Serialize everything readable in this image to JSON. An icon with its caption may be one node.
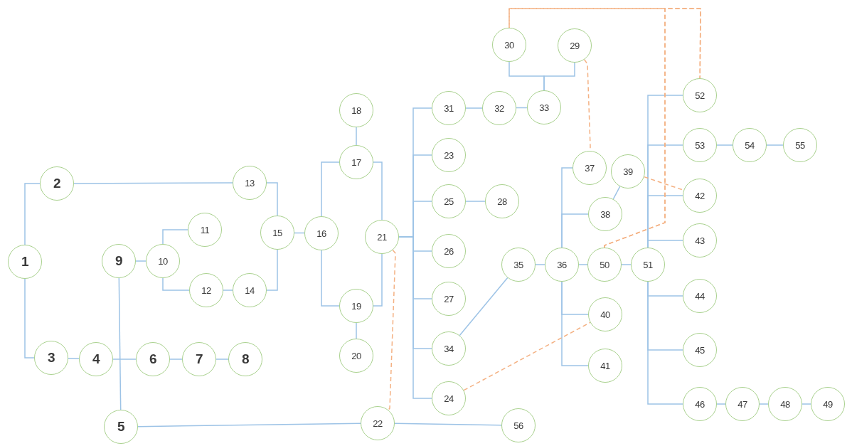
{
  "diagram": {
    "nodes": [
      {
        "text": [
          "1"
        ]
      },
      {
        "text": [
          "2"
        ]
      },
      {
        "text": [
          "3"
        ]
      },
      {
        "text": [
          "4"
        ]
      },
      {
        "text": [
          "5"
        ]
      },
      {
        "text": [
          "6"
        ]
      },
      {
        "text": [
          "7"
        ]
      },
      {
        "text": [
          "8"
        ]
      },
      {
        "text": [
          "9"
        ]
      },
      {
        "text": [
          "10"
        ]
      },
      {
        "text": [
          "11"
        ]
      },
      {
        "text": [
          "12"
        ]
      },
      {
        "text": [
          "13"
        ]
      },
      {
        "text": [
          "14"
        ]
      },
      {
        "text": [
          "15"
        ]
      },
      {
        "text": [
          "16"
        ]
      },
      {
        "text": [
          "17"
        ]
      },
      {
        "text": [
          "18"
        ]
      },
      {
        "text": [
          "19"
        ]
      },
      {
        "text": [
          "20"
        ]
      },
      {
        "text": [
          "21"
        ]
      },
      {
        "text": [
          "22"
        ]
      },
      {
        "text": [
          "23"
        ]
      },
      {
        "text": [
          "24"
        ]
      },
      {
        "text": [
          "25"
        ]
      },
      {
        "text": [
          "26"
        ]
      },
      {
        "text": [
          "27"
        ]
      },
      {
        "text": [
          "28"
        ]
      },
      {
        "text": [
          "29"
        ]
      },
      {
        "text": [
          "30"
        ]
      },
      {
        "text": [
          "31"
        ]
      },
      {
        "text": [
          "32"
        ]
      },
      {
        "text": [
          "33"
        ]
      },
      {
        "text": [
          "34"
        ]
      },
      {
        "text": [
          "35"
        ]
      },
      {
        "text": [
          "36"
        ]
      },
      {
        "text": [
          "37"
        ]
      },
      {
        "text": [
          "38"
        ]
      },
      {
        "text": [
          "39"
        ]
      },
      {
        "text": [
          "40"
        ]
      },
      {
        "text": [
          "41"
        ]
      },
      {
        "text": [
          "42"
        ]
      },
      {
        "text": [
          "43"
        ]
      },
      {
        "text": [
          "44"
        ]
      },
      {
        "text": [
          "45"
        ]
      },
      {
        "text": [
          "46"
        ]
      },
      {
        "text": [
          "47"
        ]
      },
      {
        "text": [
          "48"
        ]
      },
      {
        "text": [
          "49"
        ]
      },
      {
        "text": [
          "50"
        ]
      },
      {
        "text": [
          "51"
        ]
      },
      {
        "text": [
          "52"
        ]
      },
      {
        "text": [
          "53"
        ]
      },
      {
        "text": [
          "54"
        ]
      },
      {
        "text": [
          "55"
        ]
      },
      {
        "text": [
          "56"
        ]
      }
    ],
    "edges": [
      {
        "from": 0,
        "to": 1,
        "arrow": "none"
      },
      {
        "from": 0,
        "to": 2,
        "arrow": "none"
      },
      {
        "from": 1,
        "to": 12,
        "arrow": "none"
      },
      {
        "from": 2,
        "to": 3,
        "arrow": "none"
      },
      {
        "from": 3,
        "to": 5,
        "arrow": "none"
      },
      {
        "from": 5,
        "to": 6,
        "arrow": "none"
      },
      {
        "from": 6,
        "to": 7,
        "arrow": "none"
      },
      {
        "from": 8,
        "to": 4,
        "arrow": "none"
      },
      {
        "from": 8,
        "to": 9,
        "arrow": "none"
      },
      {
        "from": 9,
        "to": 10,
        "arrow": "none"
      },
      {
        "from": 9,
        "to": 11,
        "arrow": "none"
      },
      {
        "from": 11,
        "to": 13,
        "arrow": "none"
      },
      {
        "from": 12,
        "to": 14,
        "arrow": "none"
      },
      {
        "from": 13,
        "to": 14,
        "arrow": "none"
      },
      {
        "from": 14,
        "to": 15,
        "arrow": "none"
      },
      {
        "from": 15,
        "to": 16,
        "arrow": "none"
      },
      {
        "from": 15,
        "to": 18,
        "arrow": "none"
      },
      {
        "from": 16,
        "to": 17,
        "arrow": "none"
      },
      {
        "from": 16,
        "to": 20,
        "arrow": "none"
      },
      {
        "from": 18,
        "to": 20,
        "arrow": "none"
      },
      {
        "from": 18,
        "to": 19,
        "arrow": "none"
      },
      {
        "from": 20,
        "to": 30,
        "arrow": "none"
      },
      {
        "from": 20,
        "to": 22,
        "arrow": "none"
      },
      {
        "from": 20,
        "to": 24,
        "arrow": "none"
      },
      {
        "from": 20,
        "to": 25,
        "arrow": "none"
      },
      {
        "from": 20,
        "to": 26,
        "arrow": "none"
      },
      {
        "from": 20,
        "to": 33,
        "arrow": "none"
      },
      {
        "from": 20,
        "to": 23,
        "arrow": "none"
      },
      {
        "from": 30,
        "to": 31,
        "arrow": "none"
      },
      {
        "from": 31,
        "to": 32,
        "arrow": "none"
      },
      {
        "from": 29,
        "to": 32,
        "arrow": "none"
      },
      {
        "from": 28,
        "to": 32,
        "arrow": "none"
      },
      {
        "from": 24,
        "to": 27,
        "arrow": "none"
      },
      {
        "from": 33,
        "to": 34,
        "arrow": "none"
      },
      {
        "from": 34,
        "to": 35,
        "arrow": "none"
      },
      {
        "from": 35,
        "to": 36,
        "arrow": "none"
      },
      {
        "from": 35,
        "to": 37,
        "arrow": "none"
      },
      {
        "from": 35,
        "to": 39,
        "arrow": "none"
      },
      {
        "from": 35,
        "to": 40,
        "arrow": "none"
      },
      {
        "from": 37,
        "to": 38,
        "arrow": "none"
      },
      {
        "from": 35,
        "to": 49,
        "arrow": "none"
      },
      {
        "from": 49,
        "to": 50,
        "arrow": "none"
      },
      {
        "from": 50,
        "to": 51,
        "arrow": "none"
      },
      {
        "from": 50,
        "to": 52,
        "arrow": "none"
      },
      {
        "from": 50,
        "to": 41,
        "arrow": "none"
      },
      {
        "from": 50,
        "to": 42,
        "arrow": "none"
      },
      {
        "from": 50,
        "to": 43,
        "arrow": "none"
      },
      {
        "from": 50,
        "to": 44,
        "arrow": "none"
      },
      {
        "from": 50,
        "to": 45,
        "arrow": "none"
      },
      {
        "from": 52,
        "to": 53,
        "arrow": "none"
      },
      {
        "from": 53,
        "to": 54,
        "arrow": "none"
      },
      {
        "from": 45,
        "to": 46,
        "arrow": "none"
      },
      {
        "from": 46,
        "to": 47,
        "arrow": "none"
      },
      {
        "from": 47,
        "to": 48,
        "arrow": "none"
      },
      {
        "from": 4,
        "to": 21,
        "arrow": "none"
      },
      {
        "from": 21,
        "to": 55,
        "arrow": "none"
      },
      {
        "from": 20,
        "to": 21,
        "arrow": "none",
        "style": "dashed",
        "color": "#f4b183"
      },
      {
        "from": 23,
        "to": 39,
        "arrow": "none",
        "style": "dashed",
        "color": "#f4b183"
      },
      {
        "from": 28,
        "to": 36,
        "arrow": "none",
        "style": "dashed",
        "color": "#f4b183"
      },
      {
        "from": 38,
        "to": 41,
        "arrow": "none",
        "style": "dashed",
        "color": "#f4b183"
      },
      {
        "from": 29,
        "to": 51,
        "arrow": "none",
        "style": "dashed",
        "color": "#f4b183"
      },
      {
        "from": 49,
        "to": 29,
        "arrow": "none",
        "style": "dashed",
        "color": "#f4b183"
      },
      {
        "from": 49,
        "to": 51,
        "arrow": "none",
        "style": "dashed",
        "color": "#f4b183"
      }
    ]
  }
}
